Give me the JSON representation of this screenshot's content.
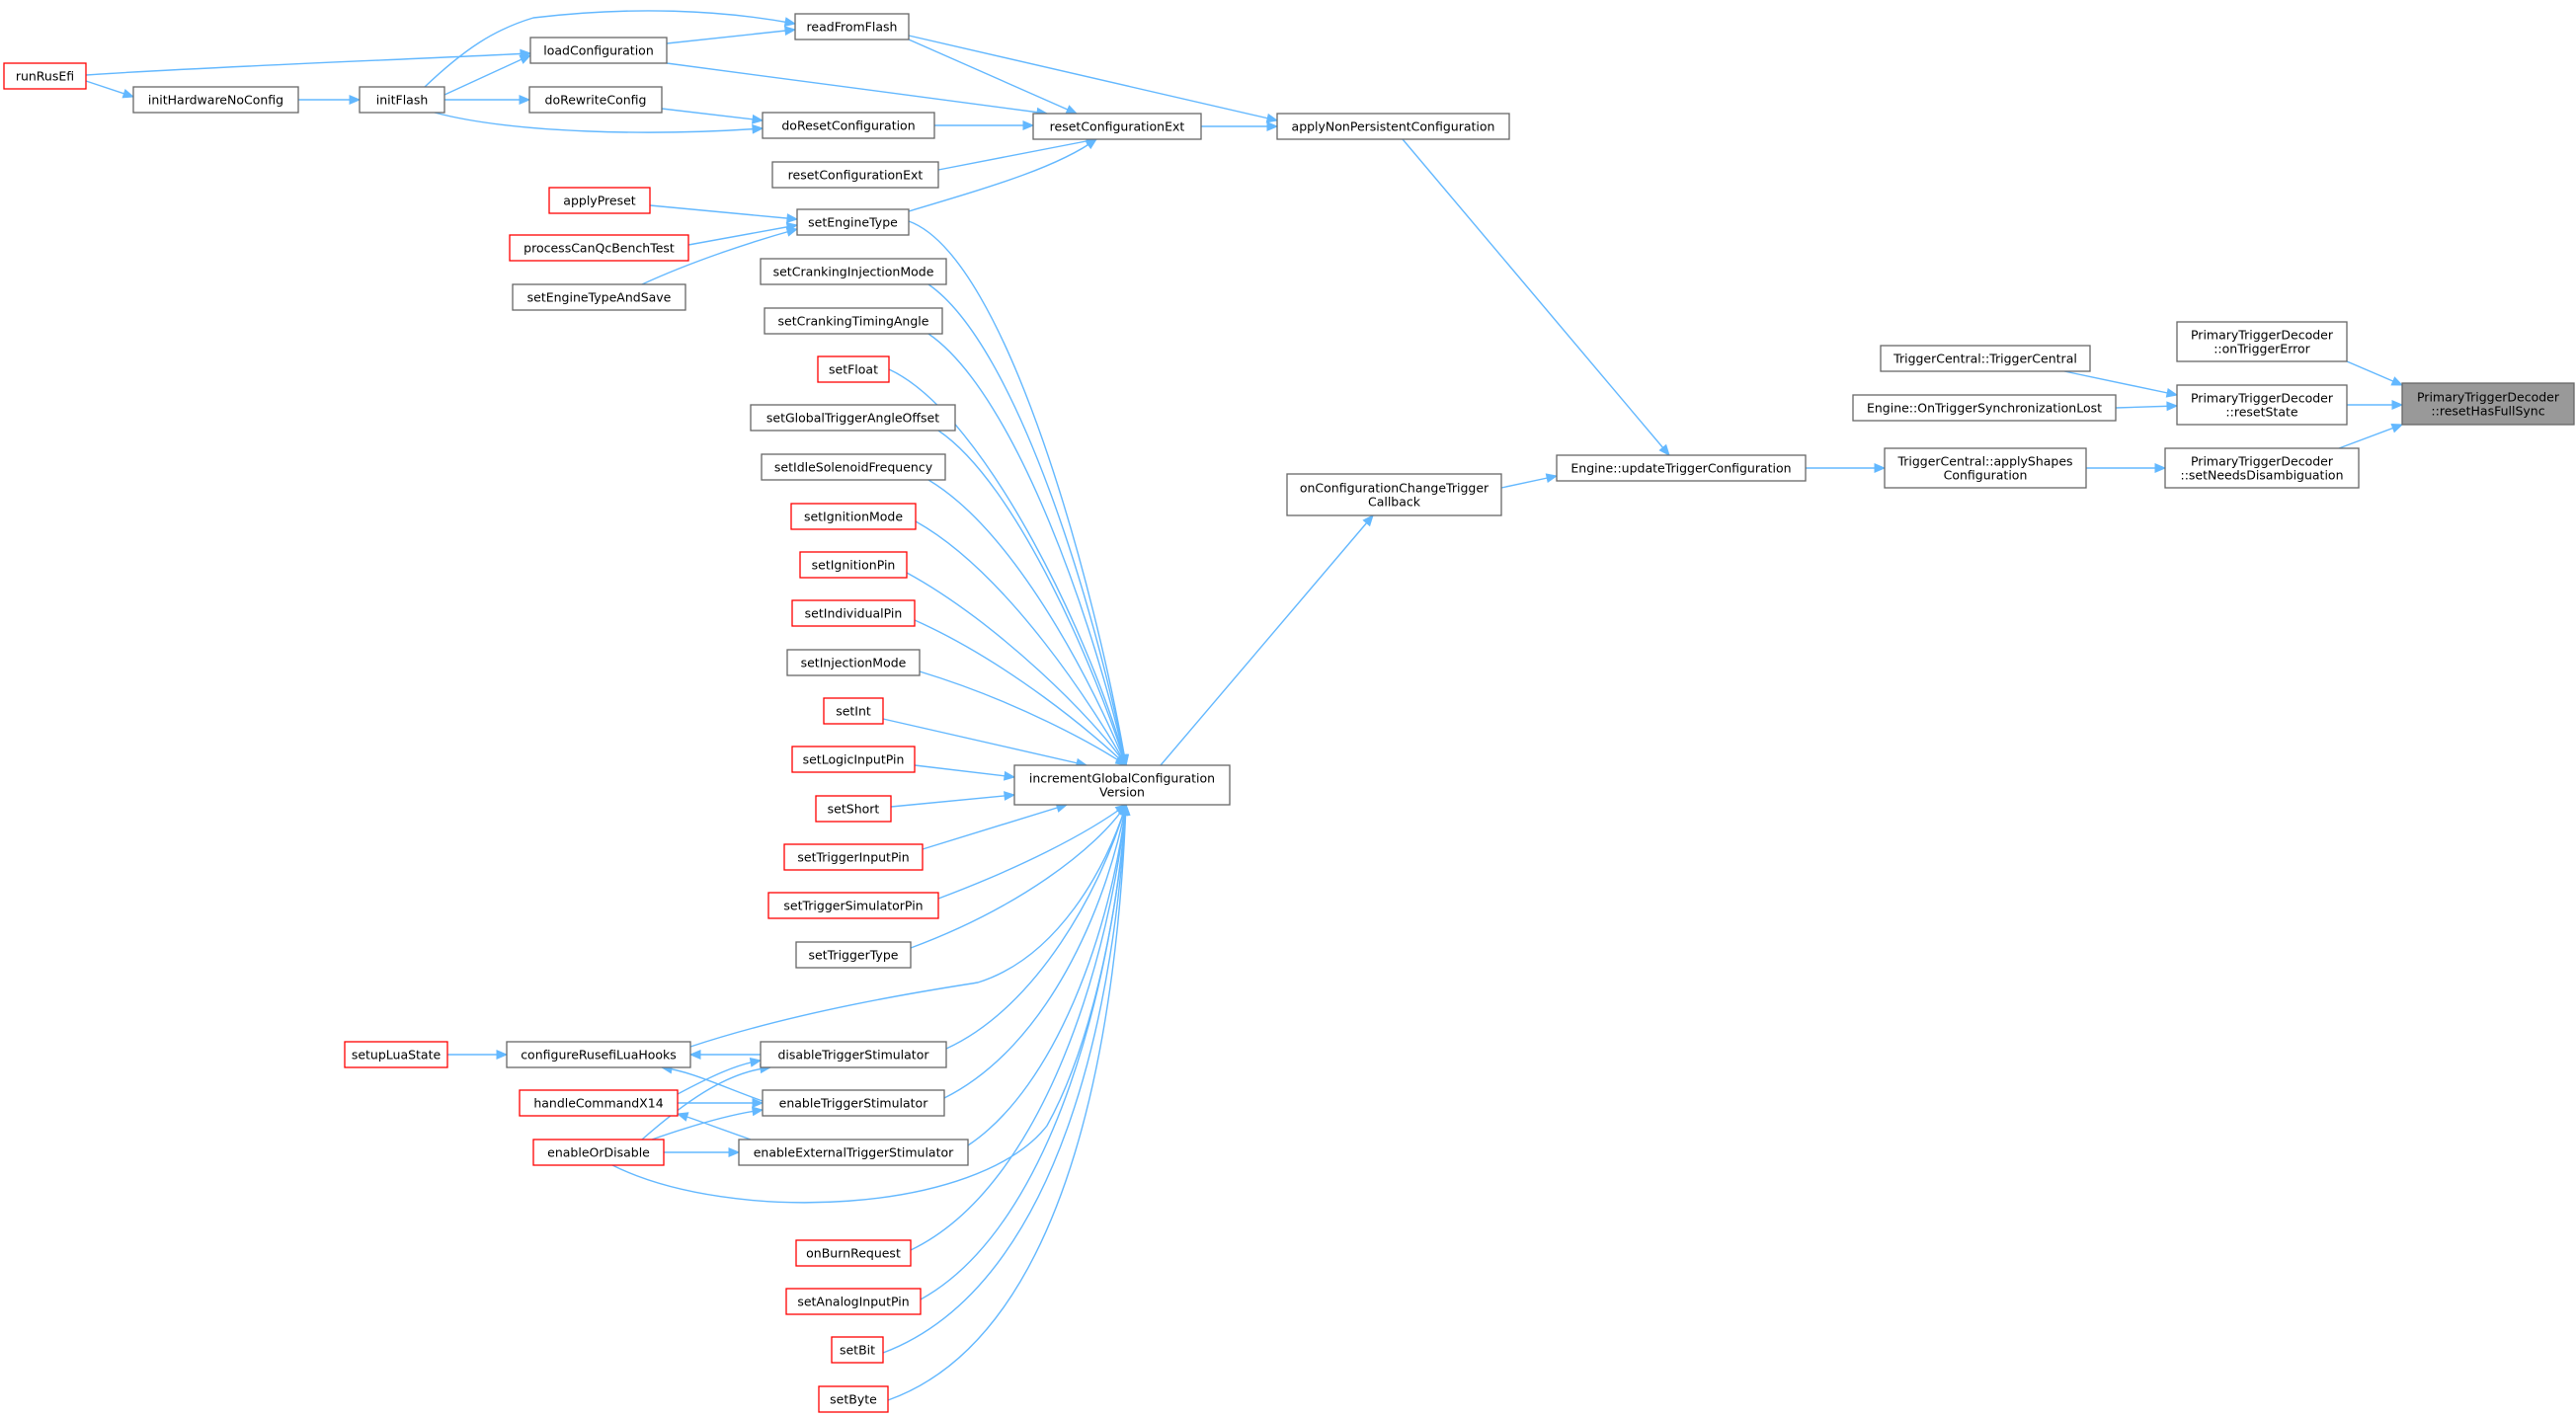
{
  "colors": {
    "edge": "#63b8ff",
    "box_border": "#666666",
    "red_border": "#ff0000",
    "focus_fill": "#999999",
    "background": "#ffffff"
  },
  "nodes": {
    "resetHasFullSync": {
      "lines": [
        "PrimaryTriggerDecoder",
        "::resetHasFullSync"
      ],
      "style": "focus"
    },
    "onTriggerError": {
      "lines": [
        "PrimaryTriggerDecoder",
        "::onTriggerError"
      ],
      "style": "normal"
    },
    "resetState": {
      "lines": [
        "PrimaryTriggerDecoder",
        "::resetState"
      ],
      "style": "normal"
    },
    "setNeedsDisambiguation": {
      "lines": [
        "PrimaryTriggerDecoder",
        "::setNeedsDisambiguation"
      ],
      "style": "normal"
    },
    "TriggerCentralCtor": {
      "lines": [
        "TriggerCentral::TriggerCentral"
      ],
      "style": "normal"
    },
    "OnTriggerSyncLost": {
      "lines": [
        "Engine::OnTriggerSynchronizationLost"
      ],
      "style": "normal"
    },
    "applyShapesConfiguration": {
      "lines": [
        "TriggerCentral::applyShapes",
        "Configuration"
      ],
      "style": "normal"
    },
    "updateTriggerConfiguration": {
      "lines": [
        "Engine::updateTriggerConfiguration"
      ],
      "style": "normal"
    },
    "onConfigurationChangeTriggerCallback": {
      "lines": [
        "onConfigurationChangeTrigger",
        "Callback"
      ],
      "style": "normal"
    },
    "applyNonPersistentConfiguration": {
      "lines": [
        "applyNonPersistentConfiguration"
      ],
      "style": "normal"
    },
    "resetConfigurationExt": {
      "lines": [
        "resetConfigurationExt"
      ],
      "style": "normal"
    },
    "resetConfigurationExt2": {
      "lines": [
        "resetConfigurationExt"
      ],
      "style": "normal"
    },
    "readFromFlash": {
      "lines": [
        "readFromFlash"
      ],
      "style": "normal"
    },
    "loadConfiguration": {
      "lines": [
        "loadConfiguration"
      ],
      "style": "normal"
    },
    "doRewriteConfig": {
      "lines": [
        "doRewriteConfig"
      ],
      "style": "normal"
    },
    "doResetConfiguration": {
      "lines": [
        "doResetConfiguration"
      ],
      "style": "normal"
    },
    "initFlash": {
      "lines": [
        "initFlash"
      ],
      "style": "normal"
    },
    "initHardwareNoConfig": {
      "lines": [
        "initHardwareNoConfig"
      ],
      "style": "normal"
    },
    "runRusEfi": {
      "lines": [
        "runRusEfi"
      ],
      "style": "red"
    },
    "setEngineType": {
      "lines": [
        "setEngineType"
      ],
      "style": "normal"
    },
    "applyPreset": {
      "lines": [
        "applyPreset"
      ],
      "style": "red"
    },
    "processCanQcBenchTest": {
      "lines": [
        "processCanQcBenchTest"
      ],
      "style": "red"
    },
    "setEngineTypeAndSave": {
      "lines": [
        "setEngineTypeAndSave"
      ],
      "style": "normal"
    },
    "incrementGlobalConfigurationVersion": {
      "lines": [
        "incrementGlobalConfiguration",
        "Version"
      ],
      "style": "normal"
    },
    "setCrankingInjectionMode": {
      "lines": [
        "setCrankingInjectionMode"
      ],
      "style": "normal"
    },
    "setCrankingTimingAngle": {
      "lines": [
        "setCrankingTimingAngle"
      ],
      "style": "normal"
    },
    "setFloat": {
      "lines": [
        "setFloat"
      ],
      "style": "red"
    },
    "setGlobalTriggerAngleOffset": {
      "lines": [
        "setGlobalTriggerAngleOffset"
      ],
      "style": "normal"
    },
    "setIdleSolenoidFrequency": {
      "lines": [
        "setIdleSolenoidFrequency"
      ],
      "style": "normal"
    },
    "setIgnitionMode": {
      "lines": [
        "setIgnitionMode"
      ],
      "style": "red"
    },
    "setIgnitionPin": {
      "lines": [
        "setIgnitionPin"
      ],
      "style": "red"
    },
    "setIndividualPin": {
      "lines": [
        "setIndividualPin"
      ],
      "style": "red"
    },
    "setInjectionMode": {
      "lines": [
        "setInjectionMode"
      ],
      "style": "normal"
    },
    "setInt": {
      "lines": [
        "setInt"
      ],
      "style": "red"
    },
    "setLogicInputPin": {
      "lines": [
        "setLogicInputPin"
      ],
      "style": "red"
    },
    "setShort": {
      "lines": [
        "setShort"
      ],
      "style": "red"
    },
    "setTriggerInputPin": {
      "lines": [
        "setTriggerInputPin"
      ],
      "style": "red"
    },
    "setTriggerSimulatorPin": {
      "lines": [
        "setTriggerSimulatorPin"
      ],
      "style": "red"
    },
    "setTriggerType": {
      "lines": [
        "setTriggerType"
      ],
      "style": "normal"
    },
    "disableTriggerStimulator": {
      "lines": [
        "disableTriggerStimulator"
      ],
      "style": "normal"
    },
    "enableTriggerStimulator": {
      "lines": [
        "enableTriggerStimulator"
      ],
      "style": "normal"
    },
    "enableExternalTriggerStimulator": {
      "lines": [
        "enableExternalTriggerStimulator"
      ],
      "style": "normal"
    },
    "configureRusefiLuaHooks": {
      "lines": [
        "configureRusefiLuaHooks"
      ],
      "style": "normal"
    },
    "setupLuaState": {
      "lines": [
        "setupLuaState"
      ],
      "style": "red"
    },
    "handleCommandX14": {
      "lines": [
        "handleCommandX14"
      ],
      "style": "red"
    },
    "enableOrDisable": {
      "lines": [
        "enableOrDisable"
      ],
      "style": "red"
    },
    "onBurnRequest": {
      "lines": [
        "onBurnRequest"
      ],
      "style": "red"
    },
    "setAnalogInputPin": {
      "lines": [
        "setAnalogInputPin"
      ],
      "style": "red"
    },
    "setBit": {
      "lines": [
        "setBit"
      ],
      "style": "red"
    },
    "setByte": {
      "lines": [
        "setByte"
      ],
      "style": "red"
    }
  }
}
